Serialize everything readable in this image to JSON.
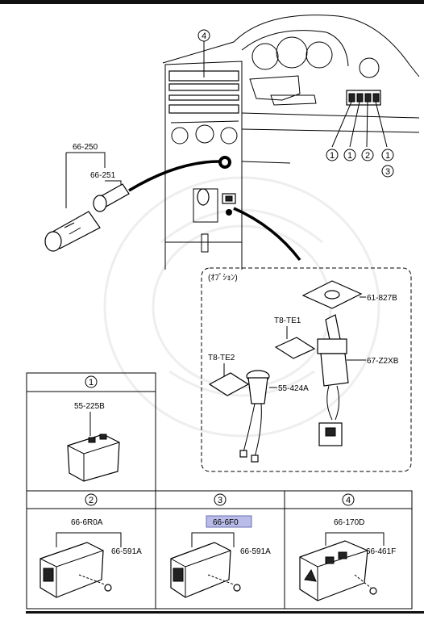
{
  "diagram": {
    "top_marker": "4",
    "dash_markers": [
      "1",
      "1",
      "2",
      "1",
      "3"
    ],
    "cigar": {
      "p1": "66-250",
      "p2": "66-251"
    },
    "option": {
      "header": "(ｵﾌﾟｼｮﾝ)",
      "parts": [
        "61-827B",
        "T8-TE1",
        "T8-TE2",
        "67-Z2XB",
        "55-424A"
      ]
    },
    "panels": [
      {
        "num": "1",
        "parts": [
          "55-225B"
        ]
      },
      {
        "num": "2",
        "parts": [
          "66-6R0A",
          "66-591A"
        ]
      },
      {
        "num": "3",
        "parts": [
          "66-6F0",
          "66-591A"
        ],
        "highlight": "66-6F0"
      },
      {
        "num": "4",
        "parts": [
          "66-170D",
          "66-461F"
        ]
      }
    ]
  },
  "colors": {
    "highlight": "#b9bce8",
    "line": "#000000",
    "bar": "#111111"
  }
}
